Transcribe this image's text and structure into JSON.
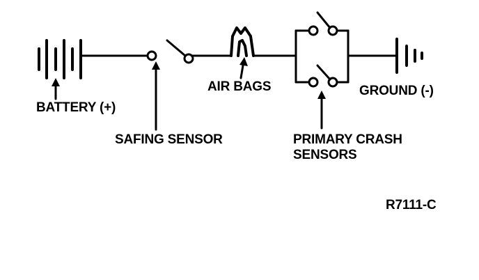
{
  "labels": {
    "battery": "BATTERY (+)",
    "safing_sensor": "SAFING SENSOR",
    "air_bags": "AIR BAGS",
    "ground": "GROUND (-)",
    "primary_crash_sensors_line1": "PRIMARY CRASH",
    "primary_crash_sensors_line2": "SENSORS",
    "figure_id": "R7111-C"
  },
  "colors": {
    "ink": "#000000",
    "background": "#ffffff"
  }
}
